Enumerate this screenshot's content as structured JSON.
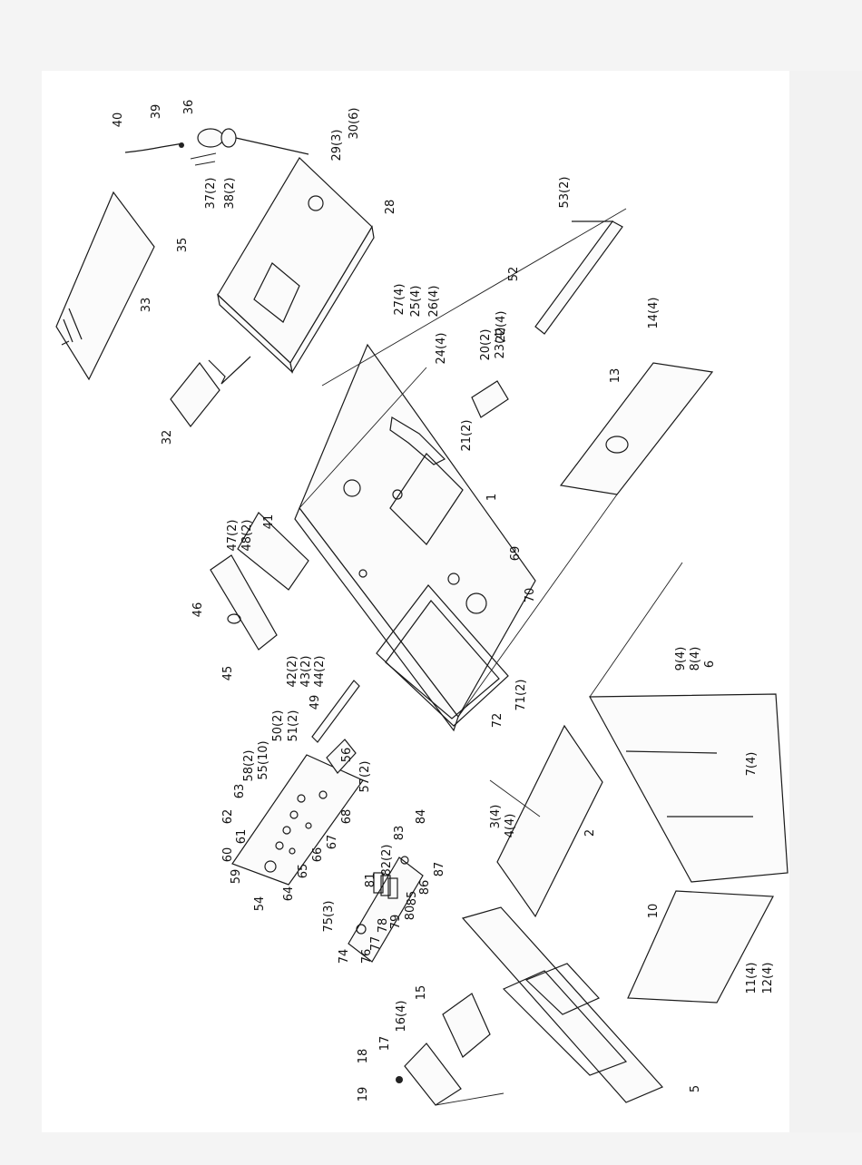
{
  "diagram": {
    "callouts": [
      {
        "id": "c40",
        "text": "40"
      },
      {
        "id": "c39",
        "text": "39"
      },
      {
        "id": "c36",
        "text": "36"
      },
      {
        "id": "c30",
        "text": "30(6)"
      },
      {
        "id": "c29",
        "text": "29(3)"
      },
      {
        "id": "c37",
        "text": "37(2)"
      },
      {
        "id": "c38",
        "text": "38(2)"
      },
      {
        "id": "c28",
        "text": "28"
      },
      {
        "id": "c35",
        "text": "35"
      },
      {
        "id": "c33",
        "text": "33"
      },
      {
        "id": "c53",
        "text": "53(2)"
      },
      {
        "id": "c52",
        "text": "52"
      },
      {
        "id": "c27",
        "text": "27(4)"
      },
      {
        "id": "c25",
        "text": "25(4)"
      },
      {
        "id": "c26",
        "text": "26(4)"
      },
      {
        "id": "c24",
        "text": "24(4)"
      },
      {
        "id": "c20",
        "text": "20(2)"
      },
      {
        "id": "c23",
        "text": "23(4)"
      },
      {
        "id": "c22",
        "text": "22(4)"
      },
      {
        "id": "c14",
        "text": "14(4)"
      },
      {
        "id": "c32",
        "text": "32"
      },
      {
        "id": "c21",
        "text": "21(2)"
      },
      {
        "id": "c13",
        "text": "13"
      },
      {
        "id": "c1",
        "text": "1"
      },
      {
        "id": "c47",
        "text": "47(2)"
      },
      {
        "id": "c48",
        "text": "48(2)"
      },
      {
        "id": "c41",
        "text": "41"
      },
      {
        "id": "c69",
        "text": "69"
      },
      {
        "id": "c46",
        "text": "46"
      },
      {
        "id": "c70",
        "text": "70"
      },
      {
        "id": "c42",
        "text": "42(2)"
      },
      {
        "id": "c43",
        "text": "43(2)"
      },
      {
        "id": "c44",
        "text": "44(2)"
      },
      {
        "id": "c45",
        "text": "45"
      },
      {
        "id": "c9",
        "text": "9(4)"
      },
      {
        "id": "c8",
        "text": "8(4)"
      },
      {
        "id": "c6",
        "text": "6"
      },
      {
        "id": "c71",
        "text": "71(2)"
      },
      {
        "id": "c72",
        "text": "72"
      },
      {
        "id": "c50",
        "text": "50(2)"
      },
      {
        "id": "c51",
        "text": "51(2)"
      },
      {
        "id": "c49",
        "text": "49"
      },
      {
        "id": "c55",
        "text": "55(10)"
      },
      {
        "id": "c58",
        "text": "58(2)"
      },
      {
        "id": "c56",
        "text": "56"
      },
      {
        "id": "c57",
        "text": "57(2)"
      },
      {
        "id": "c7",
        "text": "7(4)"
      },
      {
        "id": "c63",
        "text": "63"
      },
      {
        "id": "c68",
        "text": "68"
      },
      {
        "id": "c62",
        "text": "62"
      },
      {
        "id": "c61",
        "text": "61"
      },
      {
        "id": "c60",
        "text": "60"
      },
      {
        "id": "c59",
        "text": "59"
      },
      {
        "id": "c67",
        "text": "67"
      },
      {
        "id": "c66",
        "text": "66"
      },
      {
        "id": "c65",
        "text": "65"
      },
      {
        "id": "c64",
        "text": "64"
      },
      {
        "id": "c54",
        "text": "54"
      },
      {
        "id": "c3",
        "text": "3(4)"
      },
      {
        "id": "c4",
        "text": "4(4)"
      },
      {
        "id": "c2",
        "text": "2"
      },
      {
        "id": "c84",
        "text": "84"
      },
      {
        "id": "c83",
        "text": "83"
      },
      {
        "id": "c82",
        "text": "82(2)"
      },
      {
        "id": "c87",
        "text": "87"
      },
      {
        "id": "c81",
        "text": "81"
      },
      {
        "id": "c86",
        "text": "86"
      },
      {
        "id": "c85",
        "text": "85"
      },
      {
        "id": "c80",
        "text": "80"
      },
      {
        "id": "c79",
        "text": "79"
      },
      {
        "id": "c78",
        "text": "78"
      },
      {
        "id": "c77",
        "text": "77"
      },
      {
        "id": "c76",
        "text": "76"
      },
      {
        "id": "c75",
        "text": "75(3)"
      },
      {
        "id": "c74",
        "text": "74"
      },
      {
        "id": "c10",
        "text": "10"
      },
      {
        "id": "c11",
        "text": "11(4)"
      },
      {
        "id": "c12",
        "text": "12(4)"
      },
      {
        "id": "c15",
        "text": "15"
      },
      {
        "id": "c16",
        "text": "16(4)"
      },
      {
        "id": "c18",
        "text": "18"
      },
      {
        "id": "c17",
        "text": "17"
      },
      {
        "id": "c19",
        "text": "19"
      },
      {
        "id": "c5",
        "text": "5"
      }
    ]
  }
}
